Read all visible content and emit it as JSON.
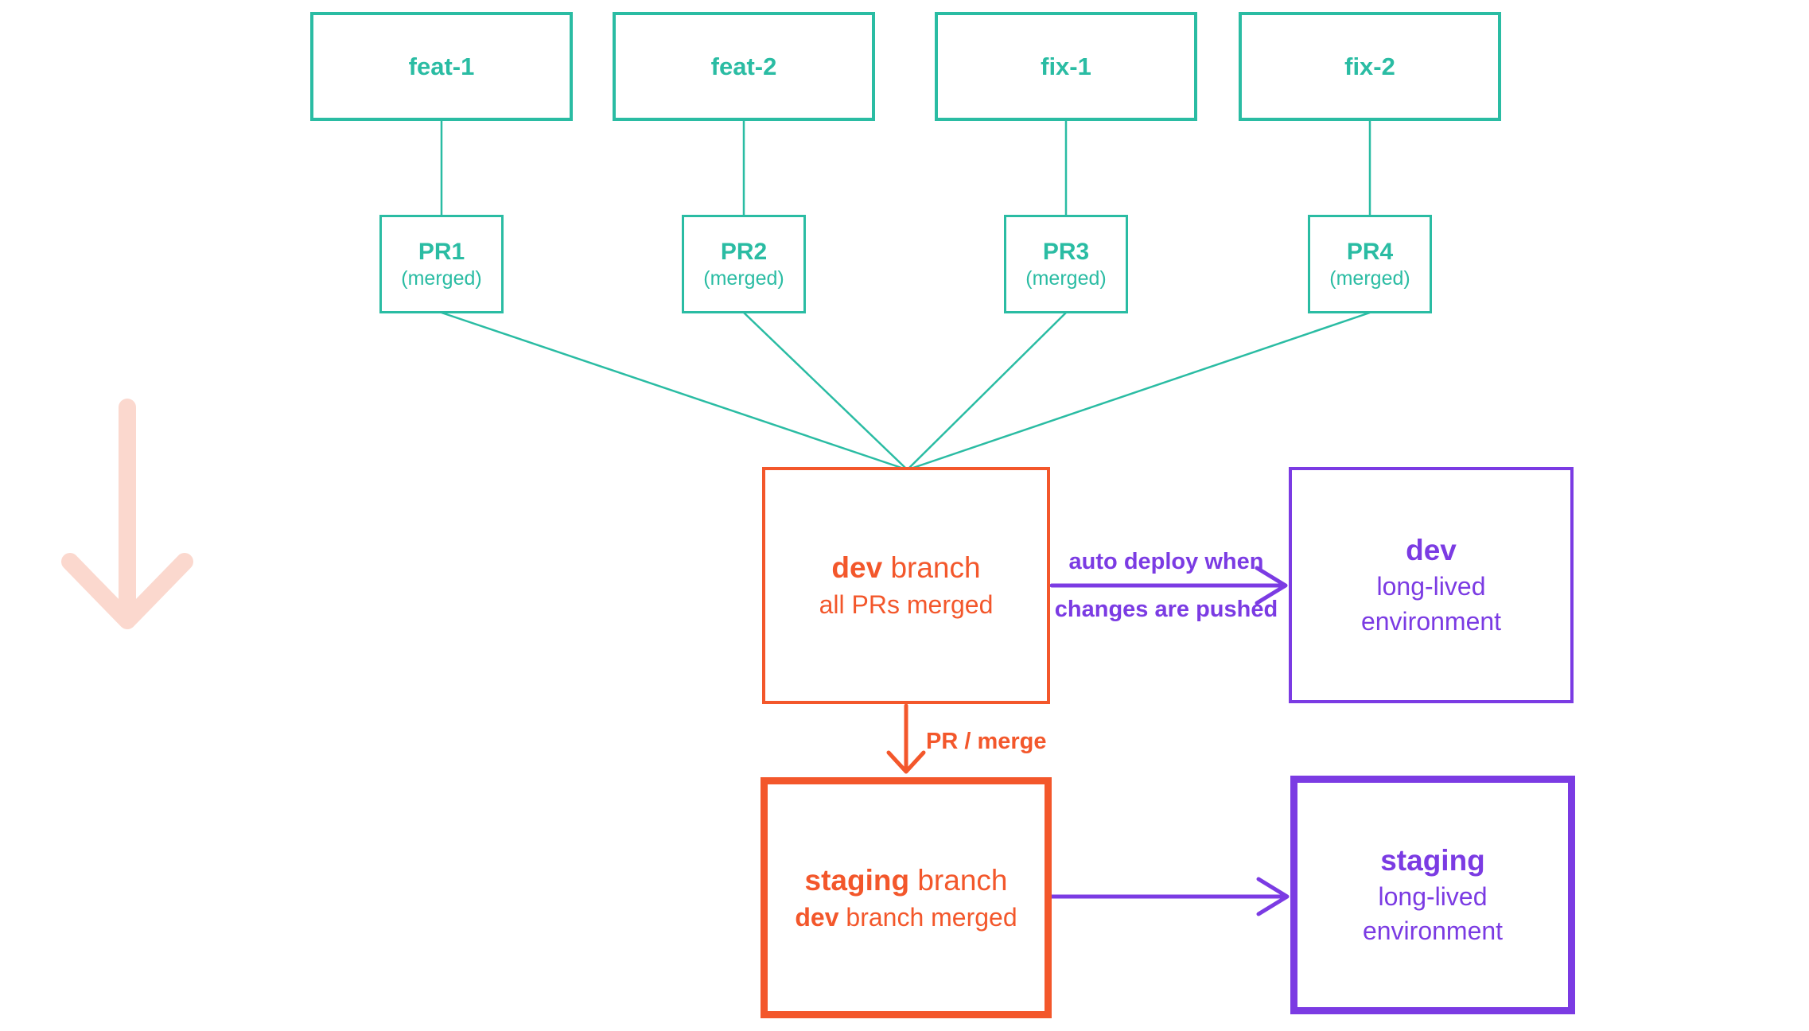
{
  "colors": {
    "teal": "#2ABCA3",
    "orange": "#F3572B",
    "purple": "#7B3BE3",
    "pink": "#FBD8CE",
    "background": "#FFFFFF"
  },
  "feature_branches": [
    {
      "label": "feat-1"
    },
    {
      "label": "feat-2"
    },
    {
      "label": "fix-1"
    },
    {
      "label": "fix-2"
    }
  ],
  "pull_requests": [
    {
      "label": "PR1",
      "status": "(merged)"
    },
    {
      "label": "PR2",
      "status": "(merged)"
    },
    {
      "label": "PR3",
      "status": "(merged)"
    },
    {
      "label": "PR4",
      "status": "(merged)"
    }
  ],
  "dev_branch": {
    "title_bold": "dev",
    "title_rest": " branch",
    "subtitle": "all PRs merged"
  },
  "dev_environment": {
    "title": "dev",
    "line2": "long-lived",
    "line3": "environment"
  },
  "staging_branch": {
    "title_bold": "staging",
    "title_rest": " branch",
    "subtitle_bold": "dev",
    "subtitle_rest": " branch merged"
  },
  "staging_environment": {
    "title": "staging",
    "line2": "long-lived",
    "line3": "environment"
  },
  "arrow_labels": {
    "auto_deploy_line1": "auto deploy when",
    "auto_deploy_line2": "changes are pushed",
    "pr_merge": "PR / merge"
  },
  "connections": [
    {
      "from": "feat-1",
      "to": "PR1"
    },
    {
      "from": "feat-2",
      "to": "PR2"
    },
    {
      "from": "fix-1",
      "to": "PR3"
    },
    {
      "from": "fix-2",
      "to": "PR4"
    },
    {
      "from": "PR1",
      "to": "dev branch"
    },
    {
      "from": "PR2",
      "to": "dev branch"
    },
    {
      "from": "PR3",
      "to": "dev branch"
    },
    {
      "from": "PR4",
      "to": "dev branch"
    },
    {
      "from": "dev branch",
      "to": "dev environment",
      "label": "auto deploy when changes are pushed"
    },
    {
      "from": "dev branch",
      "to": "staging branch",
      "label": "PR / merge"
    },
    {
      "from": "staging branch",
      "to": "staging environment",
      "label": ""
    }
  ]
}
